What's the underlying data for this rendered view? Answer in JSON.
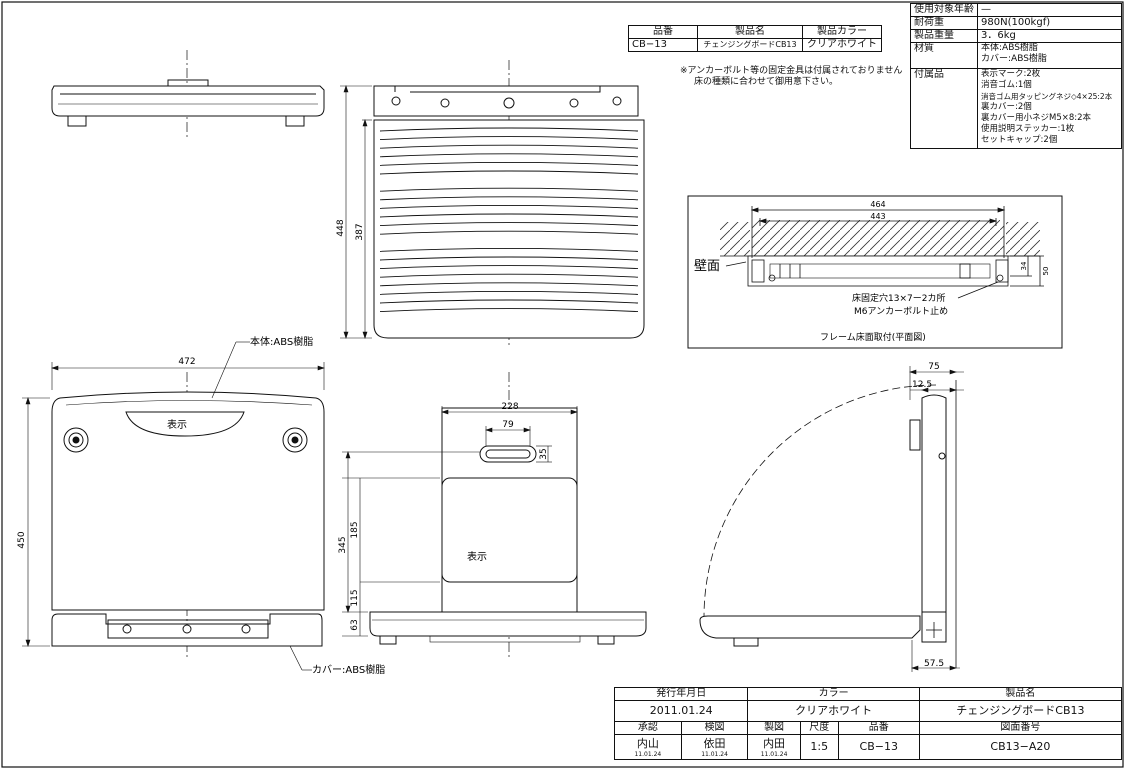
{
  "product_table": {
    "headers": [
      "品番",
      "製品名",
      "製品カラー"
    ],
    "row": [
      "CB−13",
      "チェンジングボードCB13",
      "クリアホワイト"
    ]
  },
  "note": {
    "line1": "※アンカーボルト等の固定金具は付属されておりません",
    "line2": "床の種類に合わせて御用意下さい。"
  },
  "spec_table": {
    "rows": [
      {
        "label": "使用対象年齢",
        "value": "—"
      },
      {
        "label": "耐荷重",
        "value": "980N(100kgf)"
      },
      {
        "label": "製品重量",
        "value": "3．6kg"
      }
    ],
    "material_label": "材質",
    "material_lines": [
      "本体:ABS樹脂",
      "カバー:ABS樹脂"
    ],
    "accessory_label": "付属品",
    "accessory_lines": [
      "表示マーク:2枚",
      "消音ゴム:1個",
      "消音ゴム用タッピングネジ◇4×25:2本",
      "裏カバー:2個",
      "裏カバー用小ネジM5×8:2本",
      "使用説明ステッカー:1枚",
      "セットキャップ:2個"
    ]
  },
  "labels": {
    "body_material": "本体:ABS樹脂",
    "cover_material": "カバー:ABS樹脂",
    "display_mark_front": "表示",
    "display_mark_back": "表示",
    "wall": "壁面",
    "floor_fix_hole": "床固定穴13×7ー2カ所",
    "anchor_bolt": "M6アンカーボルト止め",
    "frame_caption": "フレーム床面取付(平面図)"
  },
  "dimensions": {
    "top_height_outer": "448",
    "top_height_inner": "387",
    "front_width": "472",
    "front_height": "450",
    "side_width": "228",
    "slot_width": "79",
    "slot_height": "35",
    "side_h_345": "345",
    "side_h_185": "185",
    "side_h_115": "115",
    "side_h_63": "63",
    "frame_outer": "464",
    "frame_inner": "443",
    "frame_h_34": "34",
    "frame_h_50": "50",
    "fold_depth": "75",
    "fold_offset": "12.5",
    "fold_base": "57.5"
  },
  "title_block": {
    "issue_date_label": "発行年月日",
    "issue_date": "2011.01.24",
    "color_label": "カラー",
    "color_value": "クリアホワイト",
    "product_name_label": "製品名",
    "product_name": "チェンジングボードCB13",
    "approve_label": "承認",
    "check_label": "検図",
    "draw_label": "製図",
    "scale_label": "尺度",
    "part_no_label": "品番",
    "drawing_no_label": "図面番号",
    "approver": "内山",
    "checker": "依田",
    "drafter": "内田",
    "scale": "1:5",
    "part_no": "CB−13",
    "drawing_no": "CB13−A20",
    "approve_date": "11.01.24",
    "check_date": "11.01.24",
    "draw_date": "11.01.24"
  }
}
